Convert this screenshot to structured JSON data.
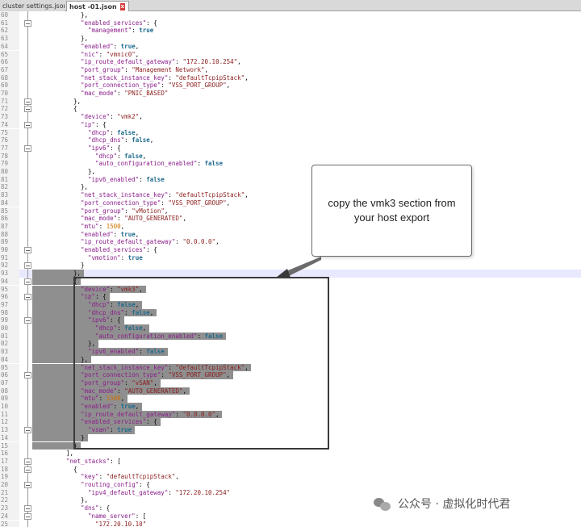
{
  "tabs": [
    {
      "label": "cluster settings.json",
      "active": false
    },
    {
      "label": "host -01.json",
      "active": true,
      "close": "x"
    }
  ],
  "colors": {
    "key": "#8b1d8b",
    "string": "#8b1d1d",
    "number": "#d07000",
    "keyword": "#1f6b8f"
  },
  "lines": [
    {
      "n": "60",
      "indent": 9,
      "t": [
        [
          "p",
          "},"
        ]
      ]
    },
    {
      "n": "61",
      "indent": 9,
      "t": [
        [
          "k",
          "\"enabled_services\""
        ],
        [
          "p",
          ": {"
        ]
      ]
    },
    {
      "n": "62",
      "indent": 11,
      "t": [
        [
          "k",
          "\"management\""
        ],
        [
          "p",
          ": "
        ],
        [
          "w",
          "true"
        ]
      ]
    },
    {
      "n": "63",
      "indent": 9,
      "t": [
        [
          "p",
          "},"
        ]
      ]
    },
    {
      "n": "64",
      "indent": 9,
      "t": [
        [
          "k",
          "\"enabled\""
        ],
        [
          "p",
          ": "
        ],
        [
          "w",
          "true"
        ],
        [
          "p",
          ","
        ]
      ]
    },
    {
      "n": "65",
      "indent": 9,
      "t": [
        [
          "k",
          "\"nic\""
        ],
        [
          "p",
          ": "
        ],
        [
          "s",
          "\"vmnic0\""
        ],
        [
          "p",
          ","
        ]
      ]
    },
    {
      "n": "66",
      "indent": 9,
      "t": [
        [
          "k",
          "\"ip_route_default_gateway\""
        ],
        [
          "p",
          ": "
        ],
        [
          "s",
          "\"172.20.10.254\""
        ],
        [
          "p",
          ","
        ]
      ]
    },
    {
      "n": "67",
      "indent": 9,
      "t": [
        [
          "k",
          "\"port_group\""
        ],
        [
          "p",
          ": "
        ],
        [
          "s",
          "\"Management Network\""
        ],
        [
          "p",
          ","
        ]
      ]
    },
    {
      "n": "68",
      "indent": 9,
      "t": [
        [
          "k",
          "\"net_stack_instance_key\""
        ],
        [
          "p",
          ": "
        ],
        [
          "s",
          "\"defaultTcpipStack\""
        ],
        [
          "p",
          ","
        ]
      ]
    },
    {
      "n": "69",
      "indent": 9,
      "t": [
        [
          "k",
          "\"port_connection_type\""
        ],
        [
          "p",
          ": "
        ],
        [
          "s",
          "\"VSS_PORT_GROUP\""
        ],
        [
          "p",
          ","
        ]
      ]
    },
    {
      "n": "70",
      "indent": 9,
      "t": [
        [
          "k",
          "\"mac_mode\""
        ],
        [
          "p",
          ": "
        ],
        [
          "s",
          "\"PNIC_BASED\""
        ]
      ]
    },
    {
      "n": "71",
      "indent": 7,
      "t": [
        [
          "p",
          "},"
        ]
      ]
    },
    {
      "n": "72",
      "indent": 7,
      "t": [
        [
          "p",
          "{"
        ]
      ]
    },
    {
      "n": "73",
      "indent": 9,
      "t": [
        [
          "k",
          "\"device\""
        ],
        [
          "p",
          ": "
        ],
        [
          "s",
          "\"vmk2\""
        ],
        [
          "p",
          ","
        ]
      ]
    },
    {
      "n": "74",
      "indent": 9,
      "t": [
        [
          "k",
          "\"ip\""
        ],
        [
          "p",
          ": {"
        ]
      ]
    },
    {
      "n": "75",
      "indent": 11,
      "t": [
        [
          "k",
          "\"dhcp\""
        ],
        [
          "p",
          ": "
        ],
        [
          "w",
          "false"
        ],
        [
          "p",
          ","
        ]
      ]
    },
    {
      "n": "76",
      "indent": 11,
      "t": [
        [
          "k",
          "\"dhcp_dns\""
        ],
        [
          "p",
          ": "
        ],
        [
          "w",
          "false"
        ],
        [
          "p",
          ","
        ]
      ]
    },
    {
      "n": "77",
      "indent": 11,
      "t": [
        [
          "k",
          "\"ipv6\""
        ],
        [
          "p",
          ": {"
        ]
      ]
    },
    {
      "n": "78",
      "indent": 13,
      "t": [
        [
          "k",
          "\"dhcp\""
        ],
        [
          "p",
          ": "
        ],
        [
          "w",
          "false"
        ],
        [
          "p",
          ","
        ]
      ]
    },
    {
      "n": "79",
      "indent": 13,
      "t": [
        [
          "k",
          "\"auto_configuration_enabled\""
        ],
        [
          "p",
          ": "
        ],
        [
          "w",
          "false"
        ]
      ]
    },
    {
      "n": "80",
      "indent": 11,
      "t": [
        [
          "p",
          "},"
        ]
      ]
    },
    {
      "n": "81",
      "indent": 11,
      "t": [
        [
          "k",
          "\"ipv6_enabled\""
        ],
        [
          "p",
          ": "
        ],
        [
          "w",
          "false"
        ]
      ]
    },
    {
      "n": "82",
      "indent": 9,
      "t": [
        [
          "p",
          "},"
        ]
      ]
    },
    {
      "n": "83",
      "indent": 9,
      "t": [
        [
          "k",
          "\"net_stack_instance_key\""
        ],
        [
          "p",
          ": "
        ],
        [
          "s",
          "\"defaultTcpipStack\""
        ],
        [
          "p",
          ","
        ]
      ]
    },
    {
      "n": "84",
      "indent": 9,
      "t": [
        [
          "k",
          "\"port_connection_type\""
        ],
        [
          "p",
          ": "
        ],
        [
          "s",
          "\"VSS_PORT_GROUP\""
        ],
        [
          "p",
          ","
        ]
      ]
    },
    {
      "n": "85",
      "indent": 9,
      "t": [
        [
          "k",
          "\"port_group\""
        ],
        [
          "p",
          ": "
        ],
        [
          "s",
          "\"vMotion\""
        ],
        [
          "p",
          ","
        ]
      ]
    },
    {
      "n": "86",
      "indent": 9,
      "t": [
        [
          "k",
          "\"mac_mode\""
        ],
        [
          "p",
          ": "
        ],
        [
          "s",
          "\"AUTO_GENERATED\""
        ],
        [
          "p",
          ","
        ]
      ]
    },
    {
      "n": "87",
      "indent": 9,
      "t": [
        [
          "k",
          "\"mtu\""
        ],
        [
          "p",
          ": "
        ],
        [
          "n",
          "1500"
        ],
        [
          "p",
          ","
        ]
      ]
    },
    {
      "n": "88",
      "indent": 9,
      "t": [
        [
          "k",
          "\"enabled\""
        ],
        [
          "p",
          ": "
        ],
        [
          "w",
          "true"
        ],
        [
          "p",
          ","
        ]
      ]
    },
    {
      "n": "89",
      "indent": 9,
      "t": [
        [
          "k",
          "\"ip_route_default_gateway\""
        ],
        [
          "p",
          ": "
        ],
        [
          "s",
          "\"0.0.0.0\""
        ],
        [
          "p",
          ","
        ]
      ]
    },
    {
      "n": "90",
      "indent": 9,
      "t": [
        [
          "k",
          "\"enabled_services\""
        ],
        [
          "p",
          ": {"
        ]
      ]
    },
    {
      "n": "91",
      "indent": 11,
      "t": [
        [
          "k",
          "\"vmotion\""
        ],
        [
          "p",
          ": "
        ],
        [
          "w",
          "true"
        ]
      ]
    },
    {
      "n": "92",
      "indent": 9,
      "t": [
        [
          "p",
          "}"
        ]
      ]
    },
    {
      "n": "93",
      "indent": 7,
      "t": [
        [
          "p",
          "},"
        ]
      ],
      "sel": true,
      "cur": true
    },
    {
      "n": "94",
      "indent": 7,
      "t": [
        [
          "p",
          "{"
        ]
      ],
      "sel": true
    },
    {
      "n": "95",
      "indent": 9,
      "t": [
        [
          "k",
          "\"device\""
        ],
        [
          "p",
          ": "
        ],
        [
          "s",
          "\"vmk3\""
        ],
        [
          "p",
          ","
        ]
      ],
      "sel": true
    },
    {
      "n": "96",
      "indent": 9,
      "t": [
        [
          "k",
          "\"ip\""
        ],
        [
          "p",
          ": {"
        ]
      ],
      "sel": true
    },
    {
      "n": "97",
      "indent": 11,
      "t": [
        [
          "k",
          "\"dhcp\""
        ],
        [
          "p",
          ": "
        ],
        [
          "w",
          "false"
        ],
        [
          "p",
          ","
        ]
      ],
      "sel": true
    },
    {
      "n": "98",
      "indent": 11,
      "t": [
        [
          "k",
          "\"dhcp_dns\""
        ],
        [
          "p",
          ": "
        ],
        [
          "w",
          "false"
        ],
        [
          "p",
          ","
        ]
      ],
      "sel": true
    },
    {
      "n": "99",
      "indent": 11,
      "t": [
        [
          "k",
          "\"ipv6\""
        ],
        [
          "p",
          ": {"
        ]
      ],
      "sel": true
    },
    {
      "n": "00",
      "indent": 13,
      "t": [
        [
          "k",
          "\"dhcp\""
        ],
        [
          "p",
          ": "
        ],
        [
          "w",
          "false"
        ],
        [
          "p",
          ","
        ]
      ],
      "sel": true
    },
    {
      "n": "01",
      "indent": 13,
      "t": [
        [
          "k",
          "\"auto_configuration_enabled\""
        ],
        [
          "p",
          ": "
        ],
        [
          "w",
          "false"
        ]
      ],
      "sel": true
    },
    {
      "n": "02",
      "indent": 11,
      "t": [
        [
          "p",
          "},"
        ]
      ],
      "sel": true
    },
    {
      "n": "03",
      "indent": 11,
      "t": [
        [
          "k",
          "\"ipv6_enabled\""
        ],
        [
          "p",
          ": "
        ],
        [
          "w",
          "false"
        ]
      ],
      "sel": true
    },
    {
      "n": "04",
      "indent": 9,
      "t": [
        [
          "p",
          "},"
        ]
      ],
      "sel": true
    },
    {
      "n": "05",
      "indent": 9,
      "t": [
        [
          "k",
          "\"net_stack_instance_key\""
        ],
        [
          "p",
          ": "
        ],
        [
          "s",
          "\"defaultTcpipStack\""
        ],
        [
          "p",
          ","
        ]
      ],
      "sel": true
    },
    {
      "n": "06",
      "indent": 9,
      "t": [
        [
          "k",
          "\"port_connection_type\""
        ],
        [
          "p",
          ": "
        ],
        [
          "s",
          "\"VSS_PORT_GROUP\""
        ],
        [
          "p",
          ","
        ]
      ],
      "sel": true
    },
    {
      "n": "07",
      "indent": 9,
      "t": [
        [
          "k",
          "\"port_group\""
        ],
        [
          "p",
          ": "
        ],
        [
          "s",
          "\"vSAN\""
        ],
        [
          "p",
          ","
        ]
      ],
      "sel": true
    },
    {
      "n": "08",
      "indent": 9,
      "t": [
        [
          "k",
          "\"mac_mode\""
        ],
        [
          "p",
          ": "
        ],
        [
          "s",
          "\"AUTO_GENERATED\""
        ],
        [
          "p",
          ","
        ]
      ],
      "sel": true
    },
    {
      "n": "09",
      "indent": 9,
      "t": [
        [
          "k",
          "\"mtu\""
        ],
        [
          "p",
          ": "
        ],
        [
          "n",
          "1500"
        ],
        [
          "p",
          ","
        ]
      ],
      "sel": true
    },
    {
      "n": "10",
      "indent": 9,
      "t": [
        [
          "k",
          "\"enabled\""
        ],
        [
          "p",
          ": "
        ],
        [
          "w",
          "true"
        ],
        [
          "p",
          ","
        ]
      ],
      "sel": true
    },
    {
      "n": "11",
      "indent": 9,
      "t": [
        [
          "k",
          "\"ip_route_default_gateway\""
        ],
        [
          "p",
          ": "
        ],
        [
          "s",
          "\"0.0.0.0\""
        ],
        [
          "p",
          ","
        ]
      ],
      "sel": true
    },
    {
      "n": "12",
      "indent": 9,
      "t": [
        [
          "k",
          "\"enabled_services\""
        ],
        [
          "p",
          ": {"
        ]
      ],
      "sel": true
    },
    {
      "n": "13",
      "indent": 11,
      "t": [
        [
          "k",
          "\"vsan\""
        ],
        [
          "p",
          ": "
        ],
        [
          "w",
          "true"
        ]
      ],
      "sel": true
    },
    {
      "n": "14",
      "indent": 9,
      "t": [
        [
          "p",
          "}"
        ]
      ],
      "sel": true
    },
    {
      "n": "15",
      "indent": 7,
      "t": [
        [
          "p",
          "}"
        ]
      ],
      "sel": true
    },
    {
      "n": "16",
      "indent": 5,
      "t": [
        [
          "p",
          "],"
        ]
      ]
    },
    {
      "n": "17",
      "indent": 5,
      "t": [
        [
          "k",
          "\"net_stacks\""
        ],
        [
          "p",
          ": ["
        ]
      ]
    },
    {
      "n": "18",
      "indent": 7,
      "t": [
        [
          "p",
          "{"
        ]
      ]
    },
    {
      "n": "19",
      "indent": 9,
      "t": [
        [
          "k",
          "\"key\""
        ],
        [
          "p",
          ": "
        ],
        [
          "s",
          "\"defaultTcpipStack\""
        ],
        [
          "p",
          ","
        ]
      ]
    },
    {
      "n": "20",
      "indent": 9,
      "t": [
        [
          "k",
          "\"routing_config\""
        ],
        [
          "p",
          ": {"
        ]
      ]
    },
    {
      "n": "21",
      "indent": 11,
      "t": [
        [
          "k",
          "\"ipv4_default_gateway\""
        ],
        [
          "p",
          ": "
        ],
        [
          "s",
          "\"172.20.10.254\""
        ]
      ]
    },
    {
      "n": "22",
      "indent": 9,
      "t": [
        [
          "p",
          "},"
        ]
      ]
    },
    {
      "n": "23",
      "indent": 9,
      "t": [
        [
          "k",
          "\"dns\""
        ],
        [
          "p",
          ": {"
        ]
      ]
    },
    {
      "n": "24",
      "indent": 11,
      "t": [
        [
          "k",
          "\"name_server\""
        ],
        [
          "p",
          ": ["
        ]
      ]
    },
    {
      "n": "25",
      "indent": 13,
      "t": [
        [
          "s",
          "\"172.20.10.10\""
        ]
      ]
    }
  ],
  "callout": {
    "text": "copy the vmk3 section from your host export"
  },
  "watermark": {
    "text": "公众号 · 虚拟化时代君"
  }
}
